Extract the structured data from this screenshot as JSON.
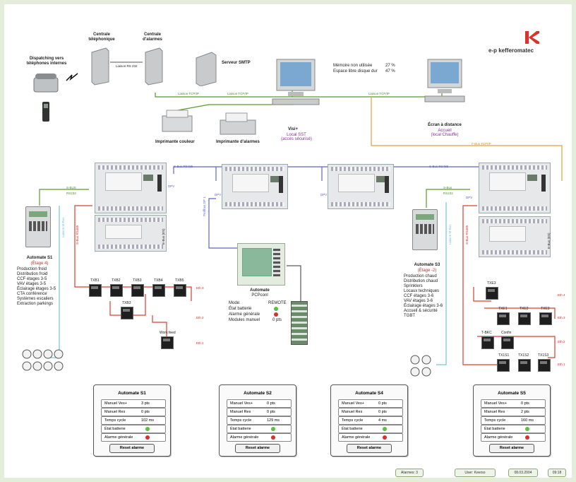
{
  "brand": {
    "name": "e-p kefferomatec",
    "color": "#d8342a"
  },
  "colors": {
    "green": "#5a9a2a",
    "blue": "#5a66c8",
    "orange": "#e0a040",
    "red": "#d84030",
    "lightblue": "#7ac0e0",
    "purple": "#8a2a9a",
    "status_ok": "#5ac040",
    "status_alarm": "#d83030"
  },
  "top": {
    "dispatching": "Dispatching vers téléphones internes",
    "centrale_tel": "Centrale téléphonique",
    "centrale_alarmes": "Centrale d'alarmes",
    "small_link": "Liaison RS 232",
    "serveur": "Serveur SMTP",
    "imprimante_couleur": "Imprimante couleur",
    "imprimante_alarmes": "Imprimante d'alarmes",
    "visi_title": "Visi+",
    "visi_sub1": "Local SST",
    "visi_sub2": "(accès sécurisé)",
    "ecran_title": "Écran à distance",
    "ecran_sub1": "Accueil",
    "ecran_sub2": "(local Chauffe)",
    "mem_label": "Mémoire non utilisée",
    "mem_value": "27 %",
    "disk_label": "Espace libre disque dur",
    "disk_value": "47 %",
    "lan1": "Liaison TCP/IP",
    "lan2": "Liaison TCP/IP",
    "lan3": "Liaison TCP/IP",
    "lan4": "F-Bus TCP/IP"
  },
  "net": {
    "fbus1": "S-Bus RS485",
    "fbus2": "S-Bus RS485",
    "sbus_left": "S-BUS",
    "rs232_left": "RS232",
    "sbus_right": "S-Bus",
    "rs232_right": "RS232",
    "dpv1": "DPV",
    "dpv2": "DPV",
    "dpv3": "DPV",
    "dpv4": "DPV",
    "profibus": "Profibus DP 1",
    "rs485_left": "S-Bus RS485",
    "rs485_right": "S-Bus RS485",
    "ebus_left": "E-Bus (ES)",
    "ebus_right": "E-Bus (ES)",
    "mbus_left": "Liaison M-Bus",
    "mbus_right": "Liaison M-Bus"
  },
  "s1": {
    "title": "Automate S1",
    "sub": "(Étage 4)",
    "lines": [
      "Production froid",
      "Distribution froid",
      "CCF étages 3-5",
      "VAV étages 3-5",
      "Éclairage étages 3-5",
      "CTA conférence",
      "Systèmes escaliers",
      "Extraction parkings"
    ],
    "modules": [
      "TXB1",
      "TXB2",
      "TXB3",
      "TXB4",
      "TXB5"
    ],
    "mod_extra": "TXB3",
    "work_feed": "Work feed",
    "eth": [
      "Eth 3",
      "Eth 2",
      "Eth 1"
    ]
  },
  "s2": {
    "title": "Automate",
    "sub": "PCPconl",
    "mode_k": "Mode:",
    "mode_v": "REMOTE",
    "batt_k": "État batterie",
    "alarm_k": "Alarme générale",
    "manuel_k": "Modules manuel",
    "manuel_v": "0 pts"
  },
  "s3": {
    "title": "Automate S3",
    "sub": "(Étage -2)",
    "lines": [
      "Production chaud",
      "Distribution chaud",
      "Sprinklers",
      "Locaux techniques",
      "CCF étages 3-6",
      "VAV étages 3-6",
      "Éclairage étages 3-6",
      "Accueil & sécurité",
      "TGBT"
    ],
    "row1": [
      "TXE3"
    ],
    "row2": [
      "TXE1",
      "TXE2",
      "TXE3"
    ],
    "row3": [
      "T-BKC",
      "Confin"
    ],
    "row4": [
      "TX1S1",
      "TX1S2",
      "TX1S3"
    ],
    "eth": [
      "Eth 4",
      "Eth 3",
      "Eth 2",
      "Eth 1"
    ]
  },
  "panels": [
    {
      "title": "Automate S1",
      "rows": [
        {
          "k": "Manuel Ves+",
          "v": "3 pts"
        },
        {
          "k": "Manuel Res",
          "v": "0 pts"
        },
        {
          "k": "Temps cycle",
          "v": "102 ms"
        },
        {
          "k": "État batterie",
          "v": ""
        },
        {
          "k": "Alarme générale",
          "v": ""
        }
      ],
      "reset": "Reset alarme"
    },
    {
      "title": "Automate S2",
      "rows": [
        {
          "k": "Manuel Ves+",
          "v": "0 pts"
        },
        {
          "k": "Manuel Res",
          "v": "0 pts"
        },
        {
          "k": "Temps cycle",
          "v": "129 ms"
        },
        {
          "k": "État batterie",
          "v": ""
        },
        {
          "k": "Alarme générale",
          "v": ""
        }
      ],
      "reset": "Reset alarme"
    },
    {
      "title": "Automate S4",
      "rows": [
        {
          "k": "Manuel Ves+",
          "v": "0 pts"
        },
        {
          "k": "Manuel Res",
          "v": "0 pts"
        },
        {
          "k": "Temps cycle",
          "v": "4 ms"
        },
        {
          "k": "État batterie",
          "v": ""
        },
        {
          "k": "Alarme générale",
          "v": ""
        }
      ],
      "reset": "Reset alarme"
    },
    {
      "title": "Automate S5",
      "rows": [
        {
          "k": "Manuel Ves+",
          "v": "0 pts"
        },
        {
          "k": "Manuel Res",
          "v": "2 pts"
        },
        {
          "k": "Temps cycle",
          "v": "160 ms"
        },
        {
          "k": "État batterie",
          "v": ""
        },
        {
          "k": "Alarme générale",
          "v": ""
        }
      ],
      "reset": "Reset alarme"
    }
  ],
  "status": {
    "alarmes": "Alarmes: 3",
    "user": "User: Keerso",
    "date": "08.03.2004",
    "time": "09:18"
  }
}
